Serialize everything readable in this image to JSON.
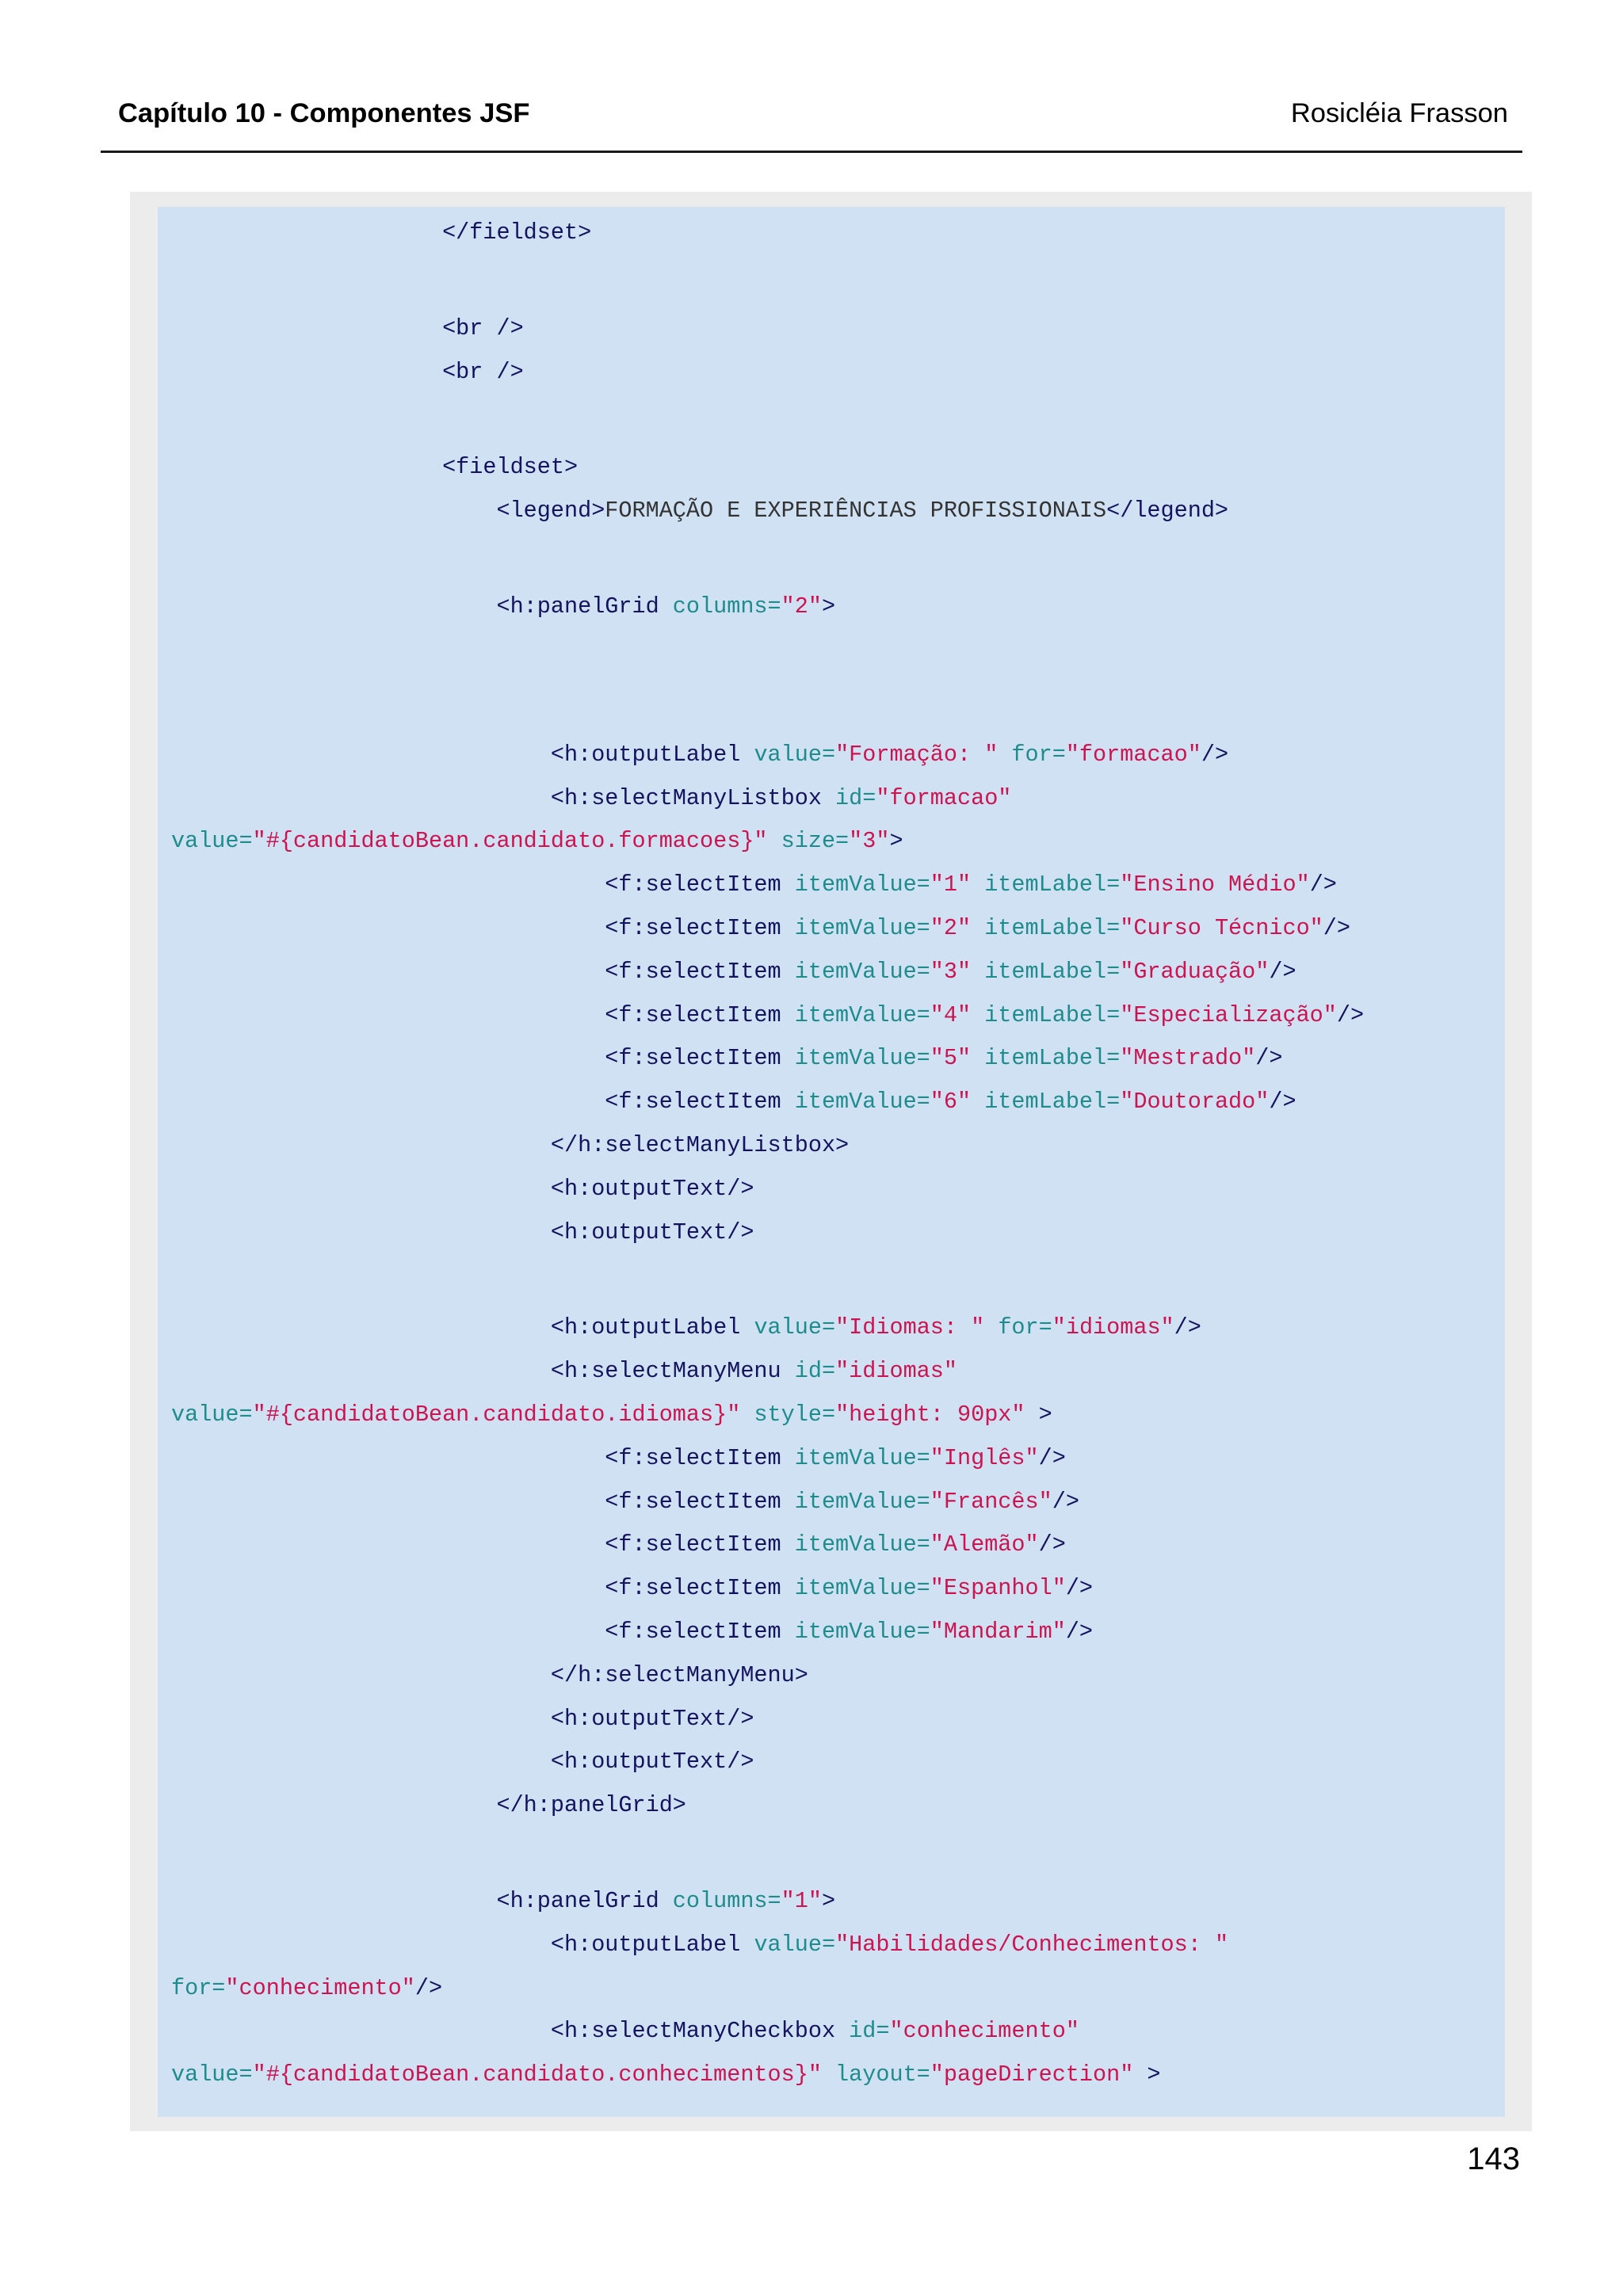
{
  "header": {
    "chapter_title": "Capítulo 10 - Componentes JSF",
    "author": "Rosicléia Frasson"
  },
  "colors": {
    "rule": "#1a1a1a",
    "frame": "#ececec",
    "panel": "#cfe1f3",
    "tag": "#14145e",
    "attr": "#1f8c8c",
    "val": "#cc1450",
    "txt": "#333333"
  },
  "code": {
    "lines": [
      [
        {
          "ws": "                    "
        },
        {
          "tag": "</fieldset>"
        }
      ],
      [],
      [
        {
          "ws": "                    "
        },
        {
          "tag": "<br />"
        }
      ],
      [
        {
          "ws": "                    "
        },
        {
          "tag": "<br />"
        }
      ],
      [],
      [
        {
          "ws": "                    "
        },
        {
          "tag": "<fieldset>"
        }
      ],
      [
        {
          "ws": "                        "
        },
        {
          "tag": "<legend>"
        },
        {
          "txt": "FORMAÇÃO E EXPERIÊNCIAS PROFISSIONAIS"
        },
        {
          "tag": "</legend>"
        }
      ],
      [],
      [
        {
          "ws": "                        "
        },
        {
          "tag": "<h:panelGrid"
        },
        {
          "attr": " columns="
        },
        {
          "val": "\"2\""
        },
        {
          "tag": ">"
        }
      ],
      [],
      [],
      [
        {
          "ws": "                            "
        },
        {
          "tag": "<h:outputLabel"
        },
        {
          "attr": " value="
        },
        {
          "val": "\"Formação: \""
        },
        {
          "attr": " for="
        },
        {
          "val": "\"formacao\""
        },
        {
          "tag": "/>"
        }
      ],
      [
        {
          "ws": "                            "
        },
        {
          "tag": "<h:selectManyListbox"
        },
        {
          "attr": " id="
        },
        {
          "val": "\"formacao\""
        }
      ],
      [
        {
          "attr": "value="
        },
        {
          "val": "\"#{candidatoBean.candidato.formacoes}\""
        },
        {
          "attr": " size="
        },
        {
          "val": "\"3\""
        },
        {
          "tag": ">"
        }
      ],
      [
        {
          "ws": "                                "
        },
        {
          "tag": "<f:selectItem"
        },
        {
          "attr": " itemValue="
        },
        {
          "val": "\"1\""
        },
        {
          "attr": " itemLabel="
        },
        {
          "val": "\"Ensino Médio\""
        },
        {
          "tag": "/>"
        }
      ],
      [
        {
          "ws": "                                "
        },
        {
          "tag": "<f:selectItem"
        },
        {
          "attr": " itemValue="
        },
        {
          "val": "\"2\""
        },
        {
          "attr": " itemLabel="
        },
        {
          "val": "\"Curso Técnico\""
        },
        {
          "tag": "/>"
        }
      ],
      [
        {
          "ws": "                                "
        },
        {
          "tag": "<f:selectItem"
        },
        {
          "attr": " itemValue="
        },
        {
          "val": "\"3\""
        },
        {
          "attr": " itemLabel="
        },
        {
          "val": "\"Graduação\""
        },
        {
          "tag": "/>"
        }
      ],
      [
        {
          "ws": "                                "
        },
        {
          "tag": "<f:selectItem"
        },
        {
          "attr": " itemValue="
        },
        {
          "val": "\"4\""
        },
        {
          "attr": " itemLabel="
        },
        {
          "val": "\"Especialização\""
        },
        {
          "tag": "/>"
        }
      ],
      [
        {
          "ws": "                                "
        },
        {
          "tag": "<f:selectItem"
        },
        {
          "attr": " itemValue="
        },
        {
          "val": "\"5\""
        },
        {
          "attr": " itemLabel="
        },
        {
          "val": "\"Mestrado\""
        },
        {
          "tag": "/>"
        }
      ],
      [
        {
          "ws": "                                "
        },
        {
          "tag": "<f:selectItem"
        },
        {
          "attr": " itemValue="
        },
        {
          "val": "\"6\""
        },
        {
          "attr": " itemLabel="
        },
        {
          "val": "\"Doutorado\""
        },
        {
          "tag": "/>"
        }
      ],
      [
        {
          "ws": "                            "
        },
        {
          "tag": "</h:selectManyListbox>"
        }
      ],
      [
        {
          "ws": "                            "
        },
        {
          "tag": "<h:outputText/>"
        }
      ],
      [
        {
          "ws": "                            "
        },
        {
          "tag": "<h:outputText/>"
        }
      ],
      [],
      [
        {
          "ws": "                            "
        },
        {
          "tag": "<h:outputLabel"
        },
        {
          "attr": " value="
        },
        {
          "val": "\"Idiomas: \""
        },
        {
          "attr": " for="
        },
        {
          "val": "\"idiomas\""
        },
        {
          "tag": "/>"
        }
      ],
      [
        {
          "ws": "                            "
        },
        {
          "tag": "<h:selectManyMenu"
        },
        {
          "attr": " id="
        },
        {
          "val": "\"idiomas\""
        }
      ],
      [
        {
          "attr": "value="
        },
        {
          "val": "\"#{candidatoBean.candidato.idiomas}\""
        },
        {
          "attr": " style="
        },
        {
          "val": "\"height: 90px\""
        },
        {
          "tag": " >"
        }
      ],
      [
        {
          "ws": "                                "
        },
        {
          "tag": "<f:selectItem"
        },
        {
          "attr": " itemValue="
        },
        {
          "val": "\"Inglês\""
        },
        {
          "tag": "/>"
        }
      ],
      [
        {
          "ws": "                                "
        },
        {
          "tag": "<f:selectItem"
        },
        {
          "attr": " itemValue="
        },
        {
          "val": "\"Francês\""
        },
        {
          "tag": "/>"
        }
      ],
      [
        {
          "ws": "                                "
        },
        {
          "tag": "<f:selectItem"
        },
        {
          "attr": " itemValue="
        },
        {
          "val": "\"Alemão\""
        },
        {
          "tag": "/>"
        }
      ],
      [
        {
          "ws": "                                "
        },
        {
          "tag": "<f:selectItem"
        },
        {
          "attr": " itemValue="
        },
        {
          "val": "\"Espanhol\""
        },
        {
          "tag": "/>"
        }
      ],
      [
        {
          "ws": "                                "
        },
        {
          "tag": "<f:selectItem"
        },
        {
          "attr": " itemValue="
        },
        {
          "val": "\"Mandarim\""
        },
        {
          "tag": "/>"
        }
      ],
      [
        {
          "ws": "                            "
        },
        {
          "tag": "</h:selectManyMenu>"
        }
      ],
      [
        {
          "ws": "                            "
        },
        {
          "tag": "<h:outputText/>"
        }
      ],
      [
        {
          "ws": "                            "
        },
        {
          "tag": "<h:outputText/>"
        }
      ],
      [
        {
          "ws": "                        "
        },
        {
          "tag": "</h:panelGrid>"
        }
      ],
      [],
      [
        {
          "ws": "                        "
        },
        {
          "tag": "<h:panelGrid"
        },
        {
          "attr": " columns="
        },
        {
          "val": "\"1\""
        },
        {
          "tag": ">"
        }
      ],
      [
        {
          "ws": "                            "
        },
        {
          "tag": "<h:outputLabel"
        },
        {
          "attr": " value="
        },
        {
          "val": "\"Habilidades/Conhecimentos: \""
        }
      ],
      [
        {
          "attr": "for="
        },
        {
          "val": "\"conhecimento\""
        },
        {
          "tag": "/>"
        }
      ],
      [
        {
          "ws": "                            "
        },
        {
          "tag": "<h:selectManyCheckbox"
        },
        {
          "attr": " id="
        },
        {
          "val": "\"conhecimento\""
        }
      ],
      [
        {
          "attr": "value="
        },
        {
          "val": "\"#{candidatoBean.candidato.conhecimentos}\""
        },
        {
          "attr": " layout="
        },
        {
          "val": "\"pageDirection\""
        },
        {
          "tag": " >"
        }
      ]
    ]
  },
  "footer": {
    "page_number": "143"
  }
}
